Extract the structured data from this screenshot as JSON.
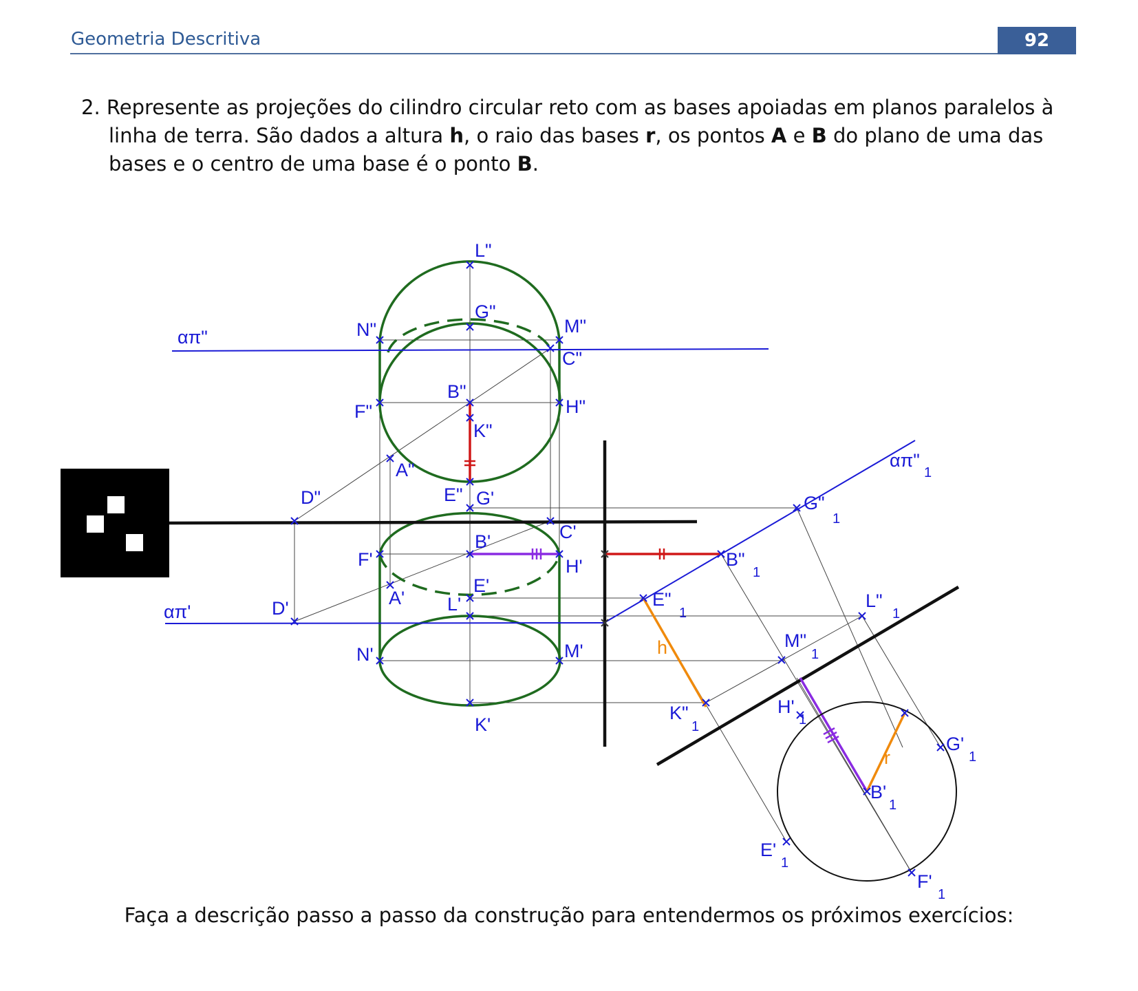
{
  "header": {
    "title": "Geometria Descritiva",
    "page_number": "92"
  },
  "task": {
    "number": "2.",
    "t1": "Represente as projeções do cilindro circular reto com as bases apoiadas em planos paralelos à linha de terra. São dados a altura ",
    "h": "h",
    "t2": ", o raio das bases ",
    "r": "r",
    "t3": ", os pontos ",
    "A": "A",
    "t4": " e ",
    "B": "B",
    "t5": " do plano de uma das bases e o centro de uma base é o ponto ",
    "B2": "B",
    "t6": "."
  },
  "figure": {
    "labels": {
      "L2": "L\"",
      "G2": "G\"",
      "N2": "N\"",
      "M2": "M\"",
      "C2": "C\"",
      "B2": "B\"",
      "F2": "F\"",
      "H2": "H\"",
      "K2": "K\"",
      "A2": "A\"",
      "D2": "D\"",
      "E2": "E\"",
      "G1": "G'",
      "C1": "C'",
      "B1": "B'",
      "F1": "F'",
      "H1": "H'",
      "A1": "A'",
      "E1": "E'",
      "D1": "D'",
      "L1": "L'",
      "N1": "N'",
      "M1": "M'",
      "K1": "K'",
      "alpha2": "απ\"",
      "alpha1": "απ'",
      "alpha2_1": "απ\"",
      "sub1": "1",
      "G2_1": "G\"",
      "B2_1": "B\"",
      "E2_1": "E\"",
      "L2_1": "L\"",
      "M2_1": "M\"",
      "K2_1": "K\"",
      "H1_1": "H'",
      "G1_1": "G'",
      "B1_1": "B'",
      "E1_1": "E'",
      "F1_1": "F'",
      "h": "h",
      "r": "r"
    }
  },
  "instruction": "Faça a descrição passo a passo da construção para entendermos os próximos exercícios:"
}
